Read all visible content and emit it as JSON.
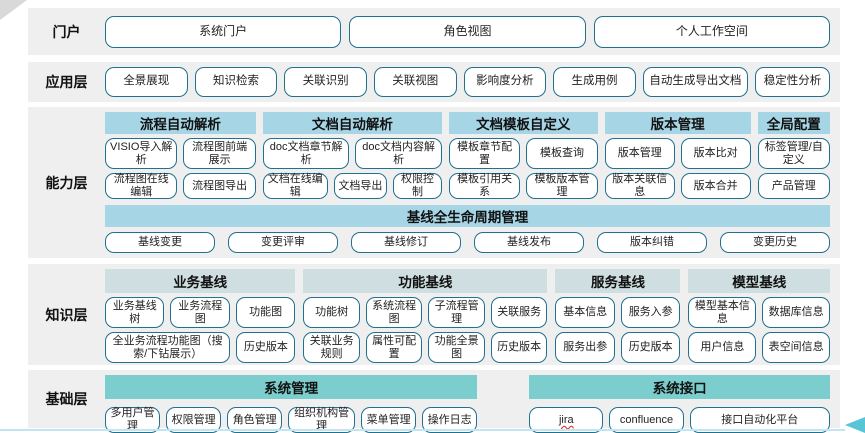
{
  "colors": {
    "panel-bg": "#efefef",
    "header-blue": "#a6d5e5",
    "header-pale": "#cfdfe1",
    "header-teal": "#7bcecd",
    "btn-border": "#20708f",
    "bottom-line": "#c2e5f0",
    "accent-arrow": "#57c5d5",
    "spell-red": "#e03131"
  },
  "portal": {
    "label": "门户",
    "buttons": [
      "系统门户",
      "角色视图",
      "个人工作空间"
    ]
  },
  "application": {
    "label": "应用层",
    "buttons": [
      "全景展现",
      "知识检索",
      "关联识别",
      "关联视图",
      "影响度分析",
      "生成用例",
      "自动生成导出文档",
      "稳定性分析"
    ]
  },
  "capability": {
    "label": "能力层",
    "groups": [
      {
        "title": "流程自动解析",
        "rows": [
          [
            "VISIO导入解析",
            "流程图前端展示"
          ],
          [
            "流程图在线编辑",
            "流程图导出"
          ]
        ]
      },
      {
        "title": "文档自动解析",
        "rows": [
          [
            "doc文档章节解析",
            "doc文档内容解析"
          ],
          [
            "文档在线编辑",
            "文档导出",
            "权限控制"
          ]
        ]
      },
      {
        "title": "文档模板自定义",
        "rows": [
          [
            "模板章节配置",
            "模板查询"
          ],
          [
            "模板引用关系",
            "模板版本管理"
          ]
        ]
      },
      {
        "title": "版本管理",
        "rows": [
          [
            "版本管理",
            "版本比对"
          ],
          [
            "版本关联信息",
            "版本合并"
          ]
        ]
      },
      {
        "title": "全局配置",
        "rows": [
          [
            "标签管理/自定义"
          ],
          [
            "产品管理"
          ]
        ]
      }
    ],
    "baseline": {
      "title": "基线全生命周期管理",
      "buttons": [
        "基线变更",
        "变更评审",
        "基线修订",
        "基线发布",
        "版本纠错",
        "变更历史"
      ]
    }
  },
  "knowledge": {
    "label": "知识层",
    "groups": [
      {
        "title": "业务基线",
        "rows": [
          [
            "业务基线树",
            "业务流程图",
            "功能图"
          ],
          [
            "全业务流程功能图（搜索/下钻展示）",
            "历史版本"
          ]
        ]
      },
      {
        "title": "功能基线",
        "rows": [
          [
            "功能树",
            "系统流程图",
            "子流程管理",
            "关联服务"
          ],
          [
            "关联业务规则",
            "属性可配置",
            "功能全景图",
            "历史版本"
          ]
        ]
      },
      {
        "title": "服务基线",
        "rows": [
          [
            "基本信息",
            "服务入参"
          ],
          [
            "服务出参",
            "历史版本"
          ]
        ]
      },
      {
        "title": "模型基线",
        "rows": [
          [
            "模型基本信息",
            "数据库信息"
          ],
          [
            "用户信息",
            "表空间信息"
          ]
        ]
      }
    ]
  },
  "foundation": {
    "label": "基础层",
    "groups": [
      {
        "title": "系统管理",
        "buttons": [
          "多用户管理",
          "权限管理",
          "角色管理",
          "组织机构管理",
          "菜单管理",
          "操作日志"
        ]
      },
      {
        "title": "系统接口",
        "buttons": [
          {
            "label": "jira",
            "mark": "spellcheck"
          },
          "confluence",
          "接口自动化平台"
        ]
      }
    ]
  }
}
